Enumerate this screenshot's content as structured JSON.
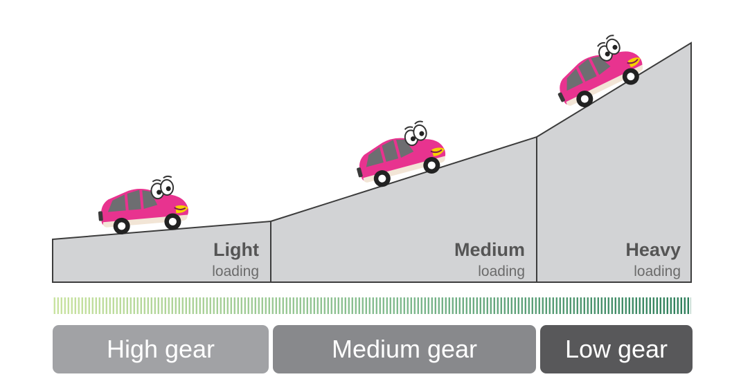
{
  "segments": [
    {
      "title": "Light",
      "subtitle": "loading"
    },
    {
      "title": "Medium",
      "subtitle": "loading"
    },
    {
      "title": "Heavy",
      "subtitle": "loading"
    }
  ],
  "gears": [
    {
      "label": "High gear",
      "color": "#a1a2a5"
    },
    {
      "label": "Medium gear",
      "color": "#88898c"
    },
    {
      "label": "Low gear",
      "color": "#58585a"
    }
  ],
  "colors": {
    "ramp_fill": "#d2d3d5",
    "ramp_stroke": "#3c3c3c",
    "car_body": "#e8338f",
    "stripe_light": "#c9e3a0",
    "stripe_dark": "#2f7f5c"
  },
  "icons": [
    "car-icon",
    "gradient-stripe"
  ]
}
